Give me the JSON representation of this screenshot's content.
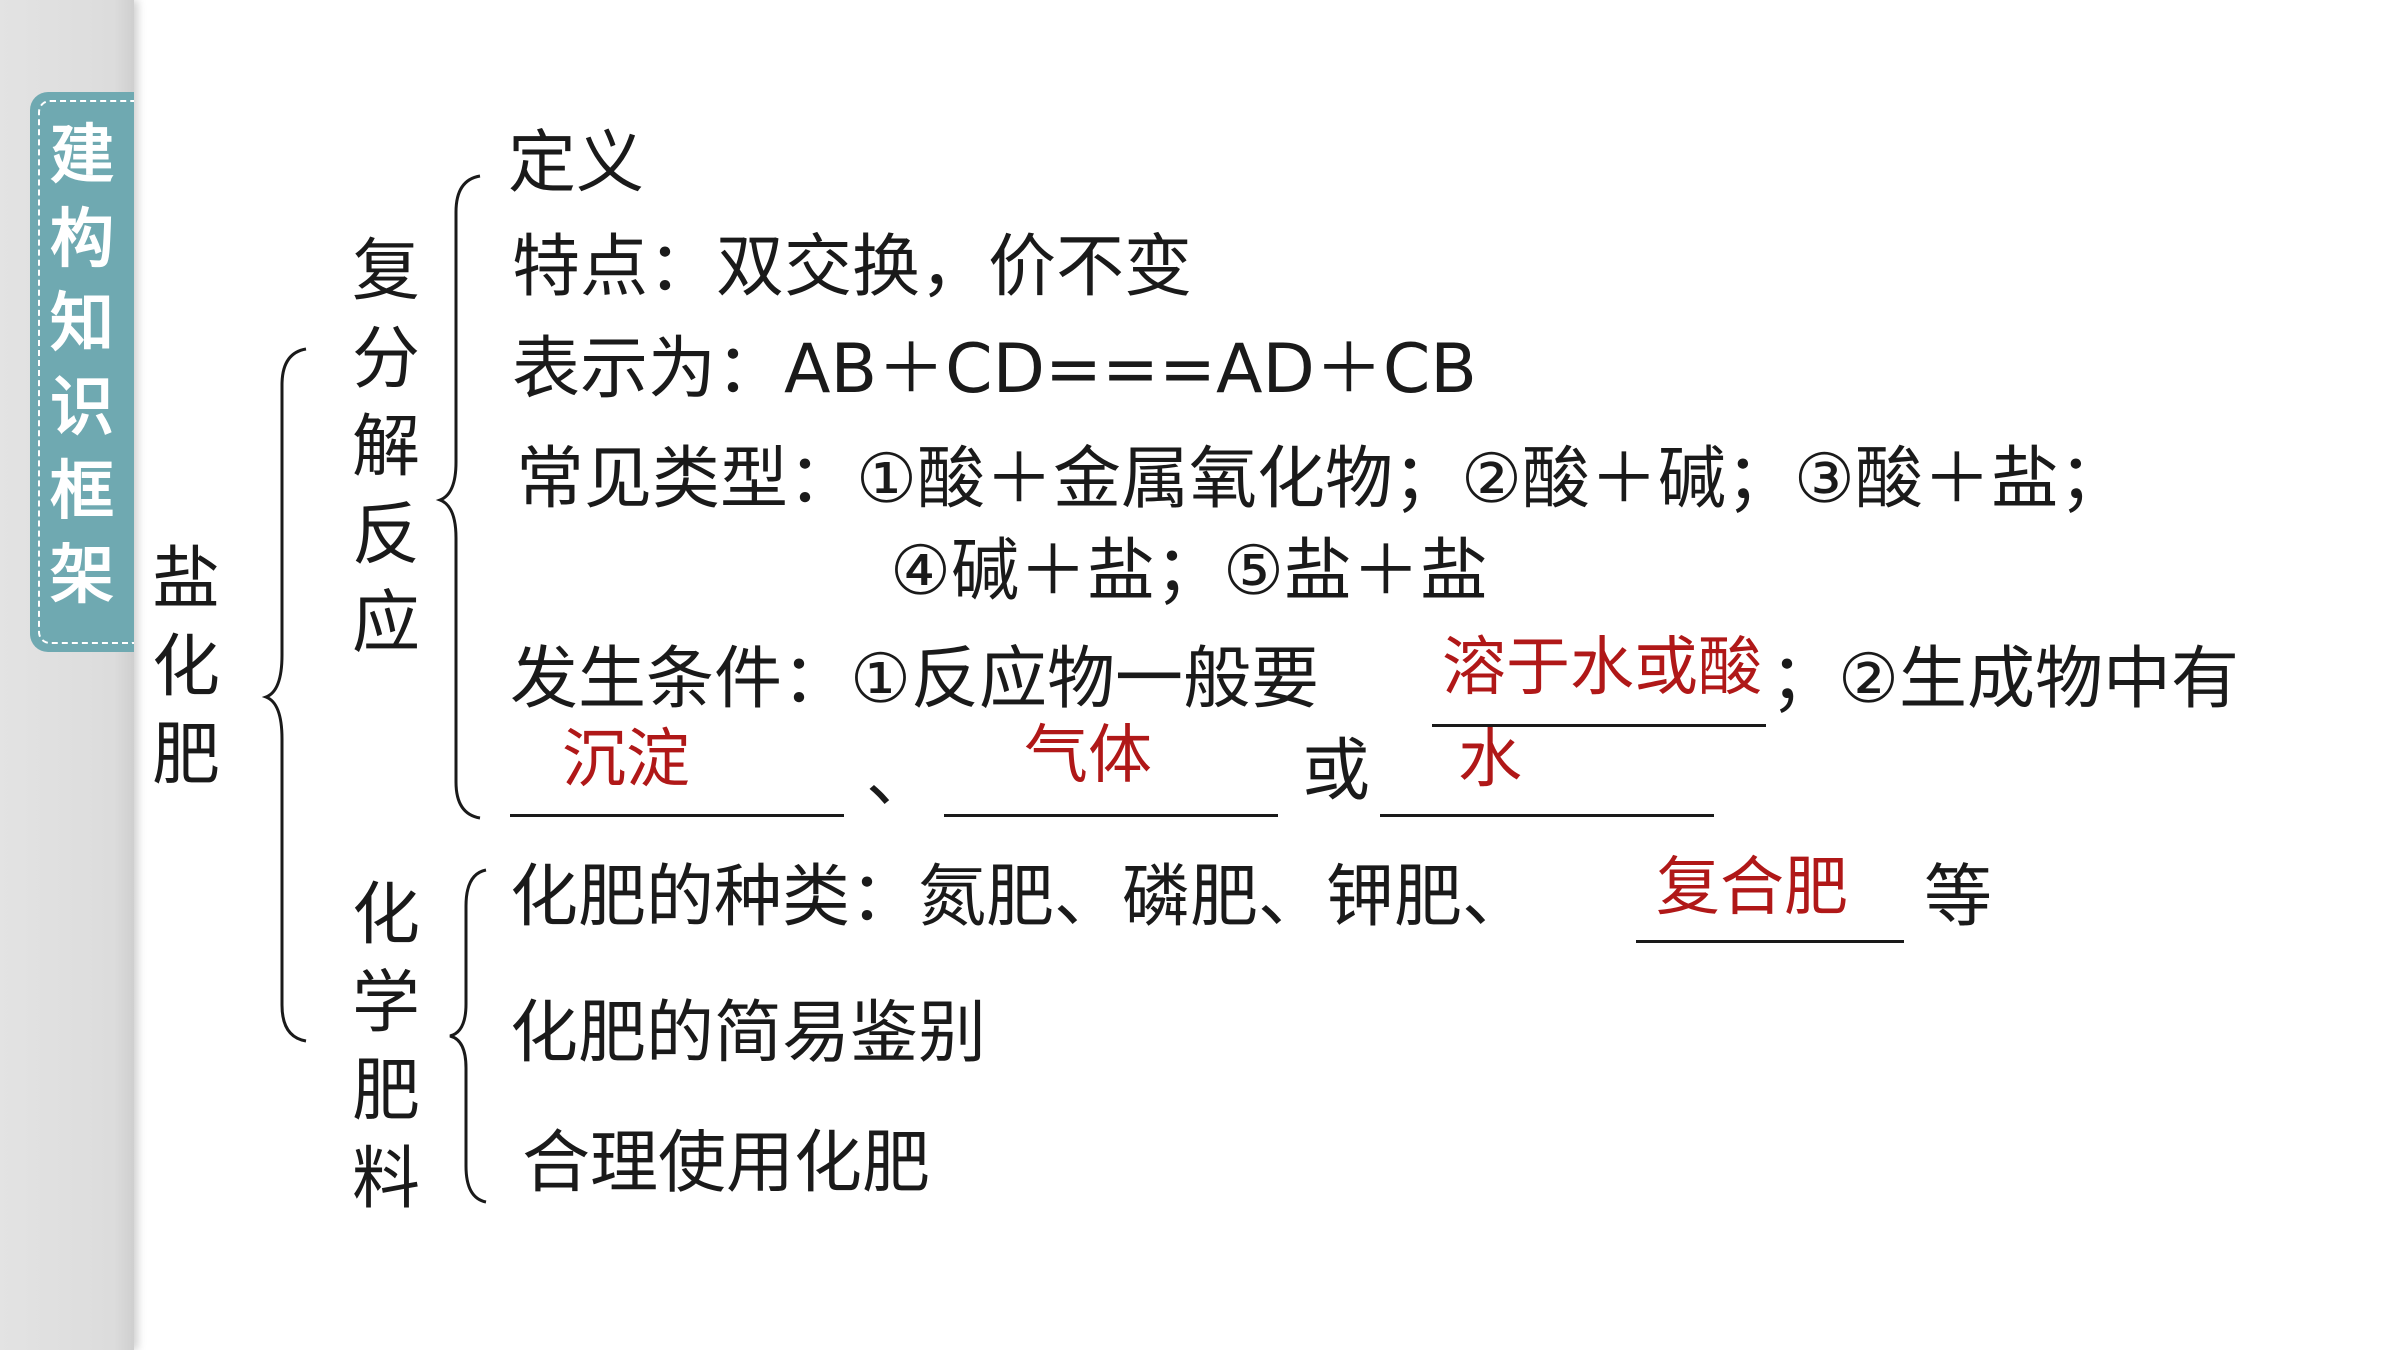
{
  "sidebar": {
    "title": "建构知识框架"
  },
  "root": {
    "label": "盐化肥"
  },
  "branch1": {
    "label": "复分解反应",
    "definition": "定义",
    "feature": "特点：双交换，价不变",
    "expression": "表示为：AB＋CD===AD＋CB",
    "types_line1": "常见类型：①酸＋金属氧化物；②酸＋碱；③酸＋盐；",
    "types_line2": "④碱＋盐；⑤盐＋盐",
    "condition_prefix": "发生条件：①反应物一般要",
    "condition_answer1": "溶于水或酸",
    "condition_mid": "；②生成物中有",
    "condition_answer2": "沉淀",
    "separator": "、",
    "condition_answer3": "气体",
    "or_text": "或",
    "condition_answer4": "水"
  },
  "branch2": {
    "label": "化学肥料",
    "types_prefix": "化肥的种类：氮肥、磷肥、钾肥、",
    "types_answer": "复合肥",
    "types_suffix": "等",
    "identify": "化肥的简易鉴别",
    "usage": "合理使用化肥"
  }
}
